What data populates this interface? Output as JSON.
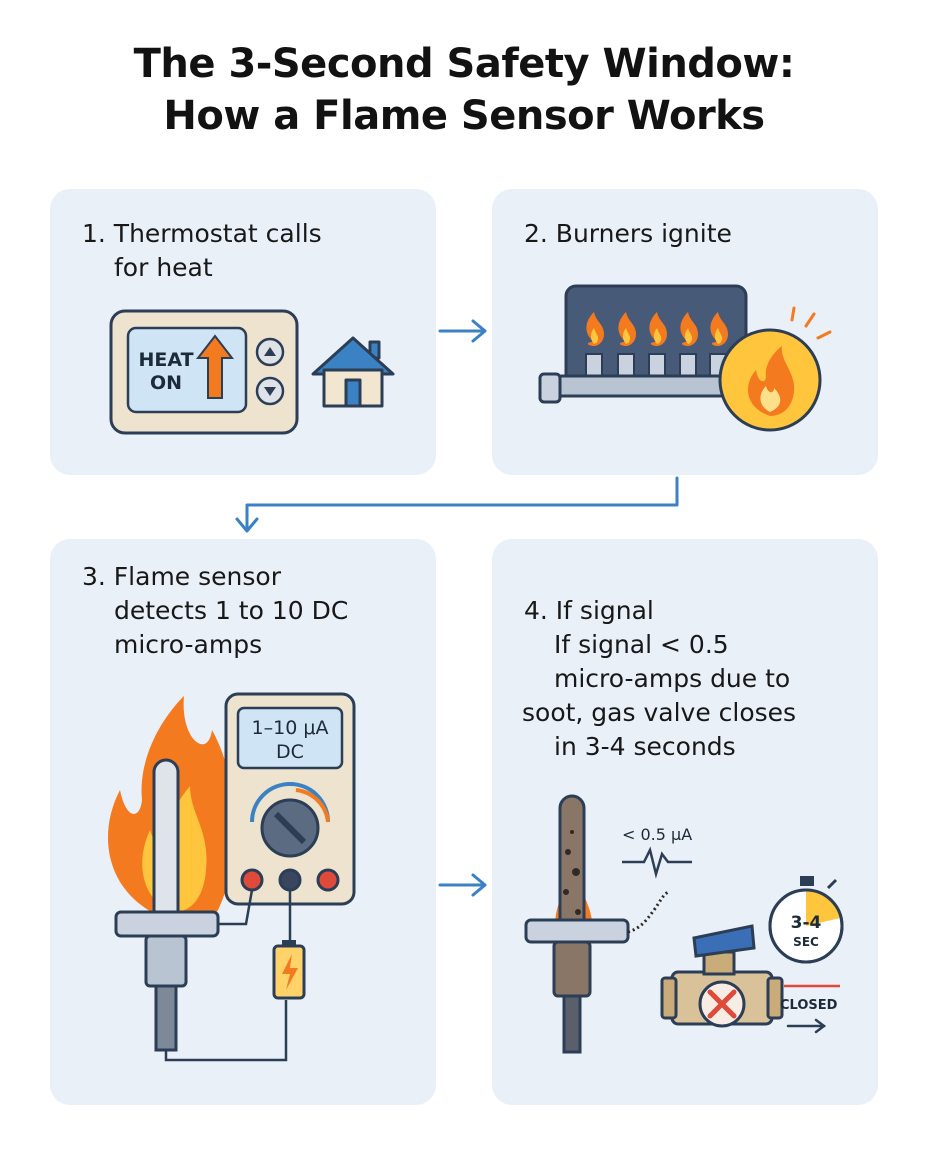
{
  "title": {
    "line1": "The 3-Second Safety Window:",
    "line2": "How a Flame Sensor Works"
  },
  "steps": [
    {
      "line1": "1. Thermostat calls",
      "line2": "for heat"
    },
    {
      "line1": "2. Burners ignite"
    },
    {
      "line1": "3. Flame sensor",
      "line2": "detects 1 to 10 DC",
      "line3": "micro-amps"
    },
    {
      "line1": "4. If signal",
      "line2": "If signal < 0.5",
      "line3": "micro-amps due to",
      "line4": "soot, gas valve closes",
      "line5": "in 3-4 seconds"
    }
  ],
  "thermostat": {
    "line1": "HEAT",
    "line2": "ON"
  },
  "meter": {
    "line1": "1–10 μA",
    "line2": "DC"
  },
  "signal_label": "< 0.5 μA",
  "timer": {
    "line1": "3-4",
    "line2": "SEC"
  },
  "valve_label": "CLOSED",
  "colors": {
    "panel": "#eaf0f8",
    "arrow": "#3b82c4",
    "flame_orange": "#f47a20",
    "flame_yellow": "#ffc53d",
    "outline": "#2c3e55",
    "valve_handle": "#3a6fb8",
    "error_red": "#e04a3a"
  },
  "icons": [
    "house-icon",
    "flame-icon",
    "battery-icon",
    "stopwatch-icon",
    "close-x-icon",
    "up-arrow-icon",
    "down-arrow-icon"
  ]
}
